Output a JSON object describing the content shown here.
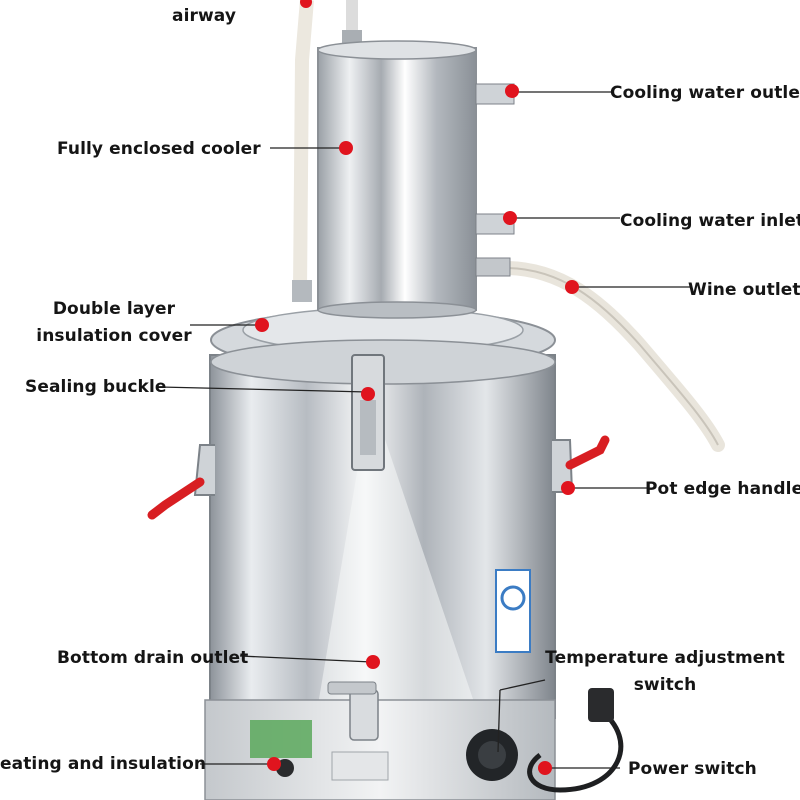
{
  "colors": {
    "marker": "#e0141e",
    "leader": "#222222",
    "steel": "#c9cdd2",
    "handle": "#d81e22"
  },
  "labels": {
    "airway": "airway",
    "cooling_water_outlet": "Cooling water outlet",
    "fully_enclosed_cooler": "Fully enclosed cooler",
    "cooling_water_inlet": "Cooling water inlet",
    "wine_outlet": "Wine outlet",
    "double_layer_line1": "Double layer",
    "double_layer_line2": "insulation cover",
    "sealing_buckle": "Sealing buckle",
    "pot_edge_handle": "Pot edge handle",
    "bottom_drain_outlet": "Bottom drain outlet",
    "temperature_adjustment_line1": "Temperature adjustment",
    "temperature_adjustment_line2": "switch",
    "heating_and_insulation": "eating and insulation",
    "power_switch": "Power switch"
  }
}
